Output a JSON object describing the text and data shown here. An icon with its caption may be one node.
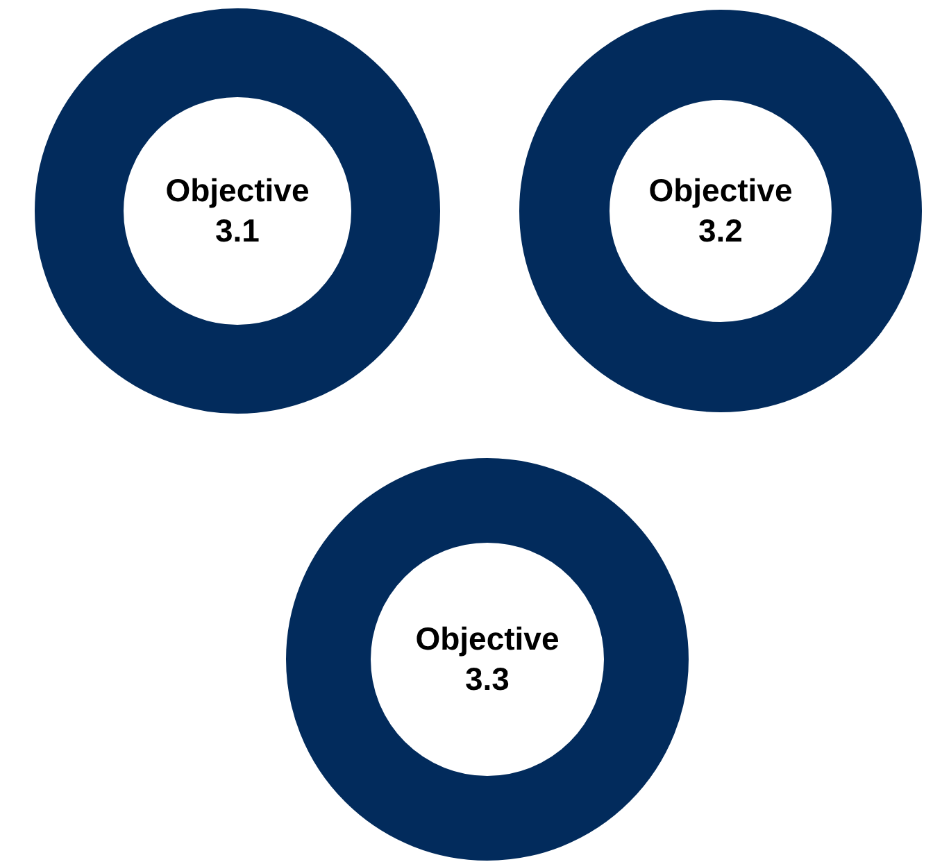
{
  "diagram": {
    "nodes": [
      {
        "text": [
          "Objective 3.1"
        ]
      },
      {
        "text": [
          "Objective 3.2"
        ]
      },
      {
        "text": [
          "Objective 3.3"
        ]
      }
    ]
  }
}
